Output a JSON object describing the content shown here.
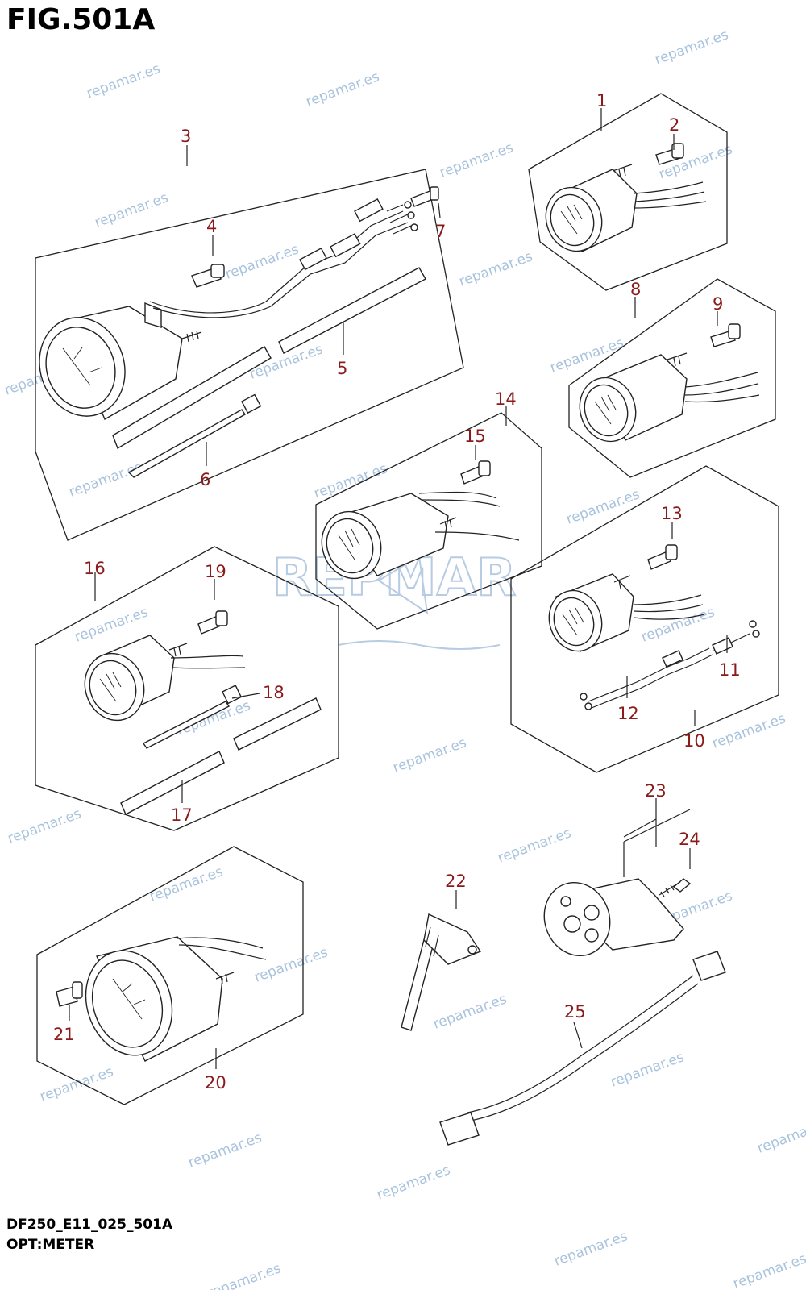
{
  "figure": {
    "title": "FIG.501A",
    "code": "DF250_E11_025_501A",
    "caption": "OPT:METER",
    "watermark": "repamar.es",
    "logo_text": "REPMAR",
    "label_color": "#8b1a1a",
    "watermark_color": "#a9c3de"
  },
  "parts": [
    {
      "no": "1",
      "kind": "meter"
    },
    {
      "no": "2",
      "kind": "bulb"
    },
    {
      "no": "3",
      "kind": "meter-kit"
    },
    {
      "no": "4",
      "kind": "bulb"
    },
    {
      "no": "5",
      "kind": "hose"
    },
    {
      "no": "6",
      "kind": "tie-band"
    },
    {
      "no": "7",
      "kind": "connector"
    },
    {
      "no": "8",
      "kind": "meter"
    },
    {
      "no": "9",
      "kind": "bulb"
    },
    {
      "no": "10",
      "kind": "meter-kit"
    },
    {
      "no": "11",
      "kind": "harness"
    },
    {
      "no": "12",
      "kind": "harness"
    },
    {
      "no": "13",
      "kind": "bulb"
    },
    {
      "no": "14",
      "kind": "meter"
    },
    {
      "no": "15",
      "kind": "bulb"
    },
    {
      "no": "16",
      "kind": "meter-kit"
    },
    {
      "no": "17",
      "kind": "hose"
    },
    {
      "no": "18",
      "kind": "tie-band"
    },
    {
      "no": "19",
      "kind": "bulb"
    },
    {
      "no": "20",
      "kind": "meter"
    },
    {
      "no": "21",
      "kind": "bulb"
    },
    {
      "no": "22",
      "kind": "sensor"
    },
    {
      "no": "23",
      "kind": "pitot"
    },
    {
      "no": "24",
      "kind": "screw"
    },
    {
      "no": "25",
      "kind": "cable"
    }
  ]
}
